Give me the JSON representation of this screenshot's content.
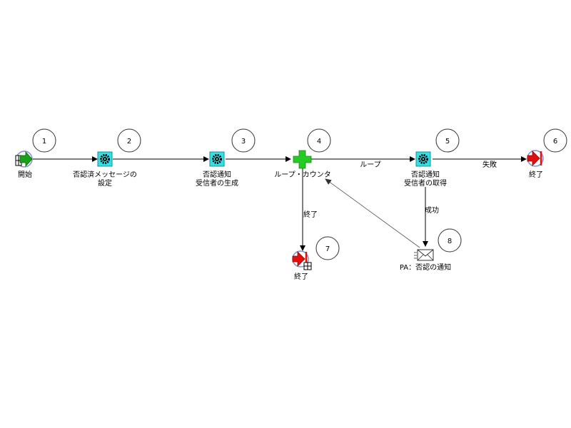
{
  "nodes": {
    "start": {
      "number": "1",
      "lines": [
        "開始"
      ]
    },
    "set_msg": {
      "number": "2",
      "lines": [
        "否認済メッセージの",
        "設定"
      ]
    },
    "gen_recip": {
      "number": "3",
      "lines": [
        "否認通知",
        "受信者の生成"
      ]
    },
    "loop_counter": {
      "number": "4",
      "lines": [
        "ループ・カウンタ"
      ]
    },
    "get_recip": {
      "number": "5",
      "lines": [
        "否認通知",
        "受信者の取得"
      ]
    },
    "end_fail": {
      "number": "6",
      "lines": [
        "終了"
      ]
    },
    "end_loop": {
      "number": "7",
      "lines": [
        "終了"
      ]
    },
    "notify": {
      "number": "8",
      "lines": [
        "PA：否認の通知"
      ]
    }
  },
  "edges": {
    "loop": "ループ",
    "fail": "失敗",
    "end": "終了",
    "success": "成功"
  },
  "colors": {
    "function_fill": "#33e0e6",
    "gear": "#000000",
    "plus": "#22cc22",
    "end_arrow": "#e01010",
    "start_arrow": "#1aa01a",
    "ring": "#7f8fd0"
  }
}
